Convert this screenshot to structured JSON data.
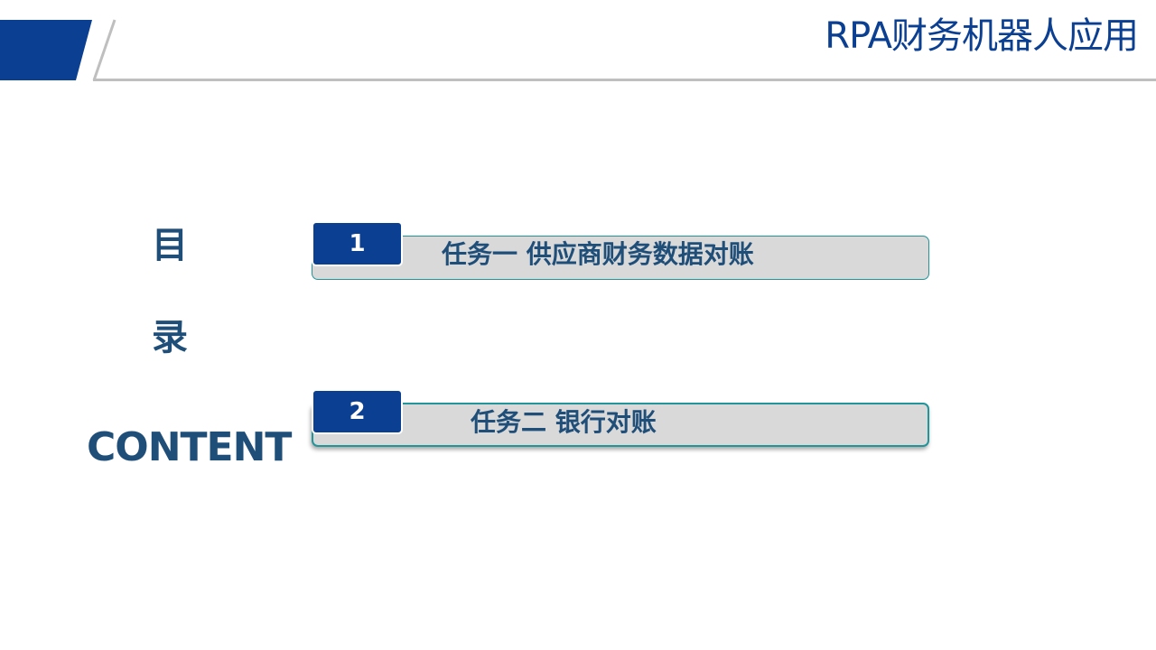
{
  "header": {
    "title": "RPA财务机器人应用",
    "accent_color": "#0b3f91",
    "line_color": "#bfbfbf"
  },
  "toc": {
    "char_1": "目",
    "char_2": "录",
    "english": "CONTENT",
    "text_color": "#1f4e79"
  },
  "items": [
    {
      "number": "1",
      "label": "任务一  供应商财务数据对账"
    },
    {
      "number": "2",
      "label": "任务二  银行对账"
    }
  ]
}
